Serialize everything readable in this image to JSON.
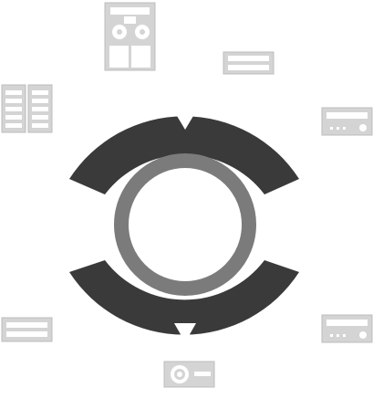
{
  "colors": {
    "background": "#ffffff",
    "arc": "#3a3a3a",
    "ring": "#7b7b7b",
    "device_fill": "#d4d4d4",
    "device_stroke": "#bdbdbd",
    "device_detail": "#ffffff",
    "arrow": "#ffffff"
  },
  "diagram": {
    "center_ring": "ring",
    "arrows": [
      "down-arrow",
      "down-arrow"
    ],
    "devices": [
      "tower-speaker-icon",
      "server-rack-icon",
      "av-receiver-icon",
      "av-receiver-icon",
      "av-receiver-icon",
      "av-receiver-icon",
      "projector-icon"
    ]
  }
}
